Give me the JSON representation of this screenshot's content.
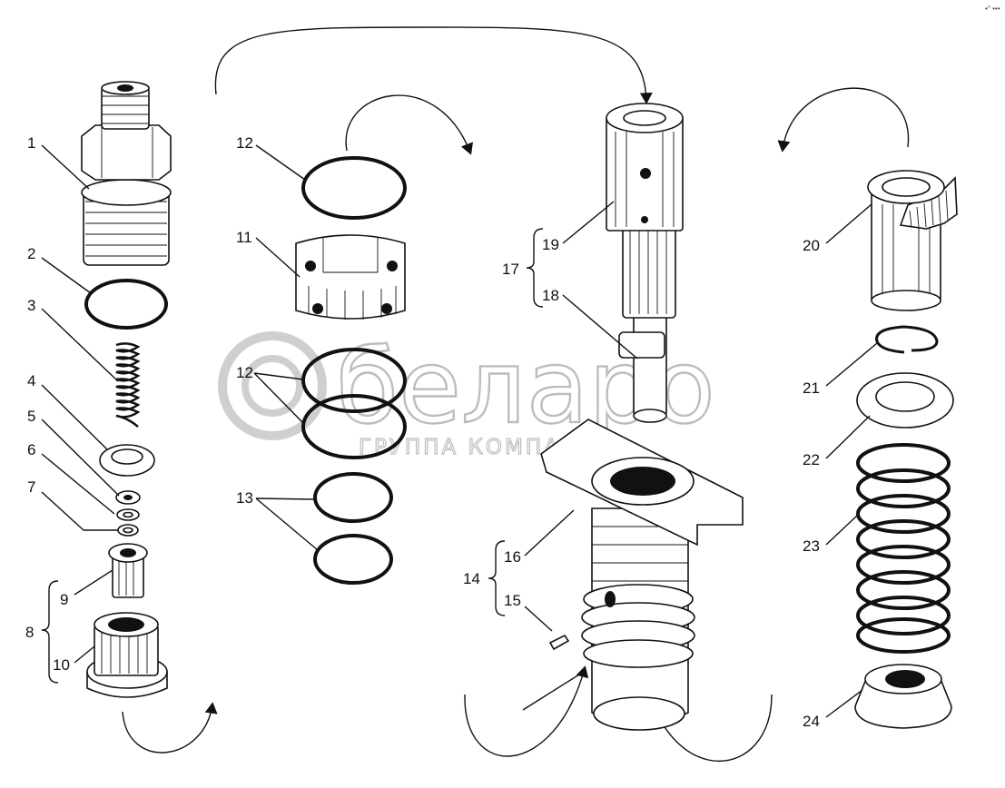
{
  "corner_mark": "•° •••",
  "watermark": {
    "brand": "беларо",
    "tagline": "ГРУППА КОМПАНИЙ"
  },
  "callouts": {
    "c1": "1",
    "c2": "2",
    "c3": "3",
    "c4": "4",
    "c5": "5",
    "c6": "6",
    "c7": "7",
    "c8": "8",
    "c9": "9",
    "c10": "10",
    "c11": "11",
    "c12a": "12",
    "c12b": "12",
    "c13": "13",
    "c14": "14",
    "c15": "15",
    "c16": "16",
    "c17": "17",
    "c18": "18",
    "c19": "19",
    "c20": "20",
    "c21": "21",
    "c22": "22",
    "c23": "23",
    "c24": "24"
  },
  "icons": {
    "assembly_arrow": "curved-arrow-icon",
    "brace": "brace-icon"
  }
}
